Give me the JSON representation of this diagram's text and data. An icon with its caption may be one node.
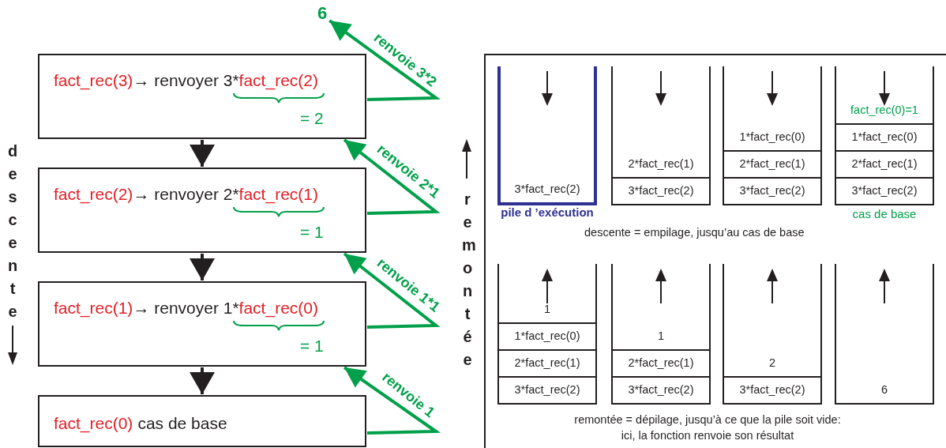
{
  "diagram": {
    "nodes": [
      {
        "text": [
          "fact_rec(3)",
          "→ renvoyer 3*",
          "fact_rec(2)",
          "= 2"
        ]
      },
      {
        "text": [
          "fact_rec(2)",
          "→ renvoyer 2*",
          "fact_rec(1)",
          "= 1"
        ]
      },
      {
        "text": [
          "fact_rec(1)",
          "→ renvoyer 1*",
          "fact_rec(0)",
          "= 1"
        ]
      },
      {
        "text": [
          "fact_rec(0)",
          "cas de base"
        ]
      },
      {
        "text": [
          "6"
        ]
      },
      {
        "text": [],
        "shape": "box"
      },
      {
        "text": [
          "3*fact_rec(2)"
        ],
        "in": 5,
        "beside": [
          "pile d ’exécution"
        ]
      },
      {
        "text": [
          "2*fact_rec(1)",
          "3*fact_rec(2)"
        ],
        "in": 5
      },
      {
        "text": [
          "1*fact_rec(0)",
          "2*fact_rec(1)",
          "3*fact_rec(2)"
        ],
        "in": 5
      },
      {
        "text": [
          "fact_rec(0)=1",
          "1*fact_rec(0)",
          "2*fact_rec(1)",
          "3*fact_rec(2)"
        ],
        "in": 5,
        "beside": [
          "cas de base"
        ]
      },
      {
        "text": [
          "1",
          "1*fact_rec(0)",
          "2*fact_rec(1)",
          "3*fact_rec(2)"
        ],
        "in": 5
      },
      {
        "text": [
          "1",
          "2*fact_rec(1)",
          "3*fact_rec(2)"
        ],
        "in": 5
      },
      {
        "text": [
          "2",
          "3*fact_rec(2)"
        ],
        "in": 5
      },
      {
        "text": [
          "6"
        ],
        "in": 5
      }
    ],
    "edges": [
      {
        "from": 0,
        "to": 1,
        "arrow": "to",
        "color": "#231f20"
      },
      {
        "from": 1,
        "to": 2,
        "arrow": "to",
        "color": "#231f20"
      },
      {
        "from": 2,
        "to": 3,
        "arrow": "to",
        "color": "#231f20"
      },
      {
        "from": 0,
        "to": 4,
        "arrow": "to",
        "label": "renvoie 3*2"
      },
      {
        "from": 1,
        "to": 0,
        "arrow": "to",
        "label": "renvoie 2*1"
      },
      {
        "from": 2,
        "to": 1,
        "arrow": "to",
        "label": "renvoie 1*1"
      },
      {
        "from": 3,
        "to": 2,
        "arrow": "to",
        "label": "renvoie 1"
      }
    ],
    "labels": [
      "descente",
      "remontée",
      "descente = empilage, jusqu’au cas de base",
      "remontée = dépilage, jusqu’à ce que la pile soit vide: ici, la fonction renvoie son résultat"
    ]
  }
}
